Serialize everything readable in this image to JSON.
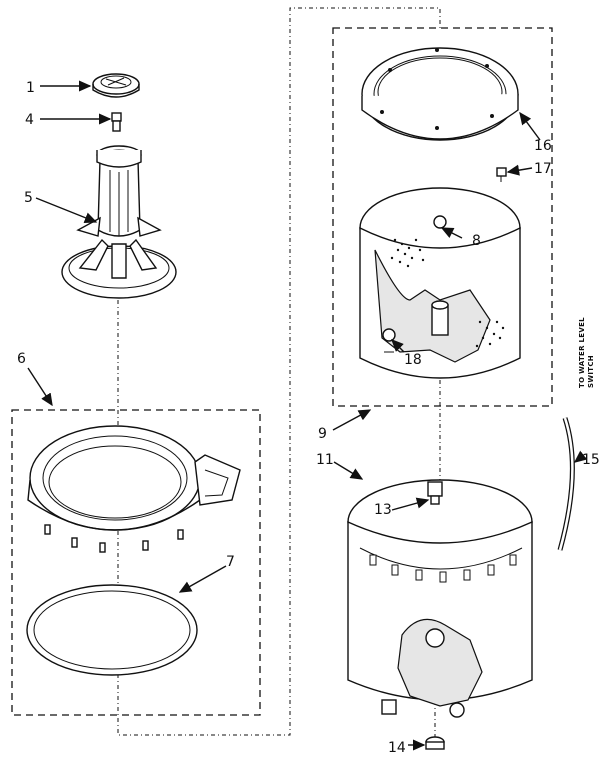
{
  "callouts": {
    "c1": "1",
    "c4": "4",
    "c5": "5",
    "c6": "6",
    "c7": "7",
    "c8": "8",
    "c9": "9",
    "c11": "11",
    "c13": "13",
    "c14": "14",
    "c15": "15",
    "c16": "16",
    "c17": "17",
    "c18": "18"
  },
  "side_note": {
    "line1": "TO WATER LEVEL",
    "line2": "SWITCH"
  }
}
